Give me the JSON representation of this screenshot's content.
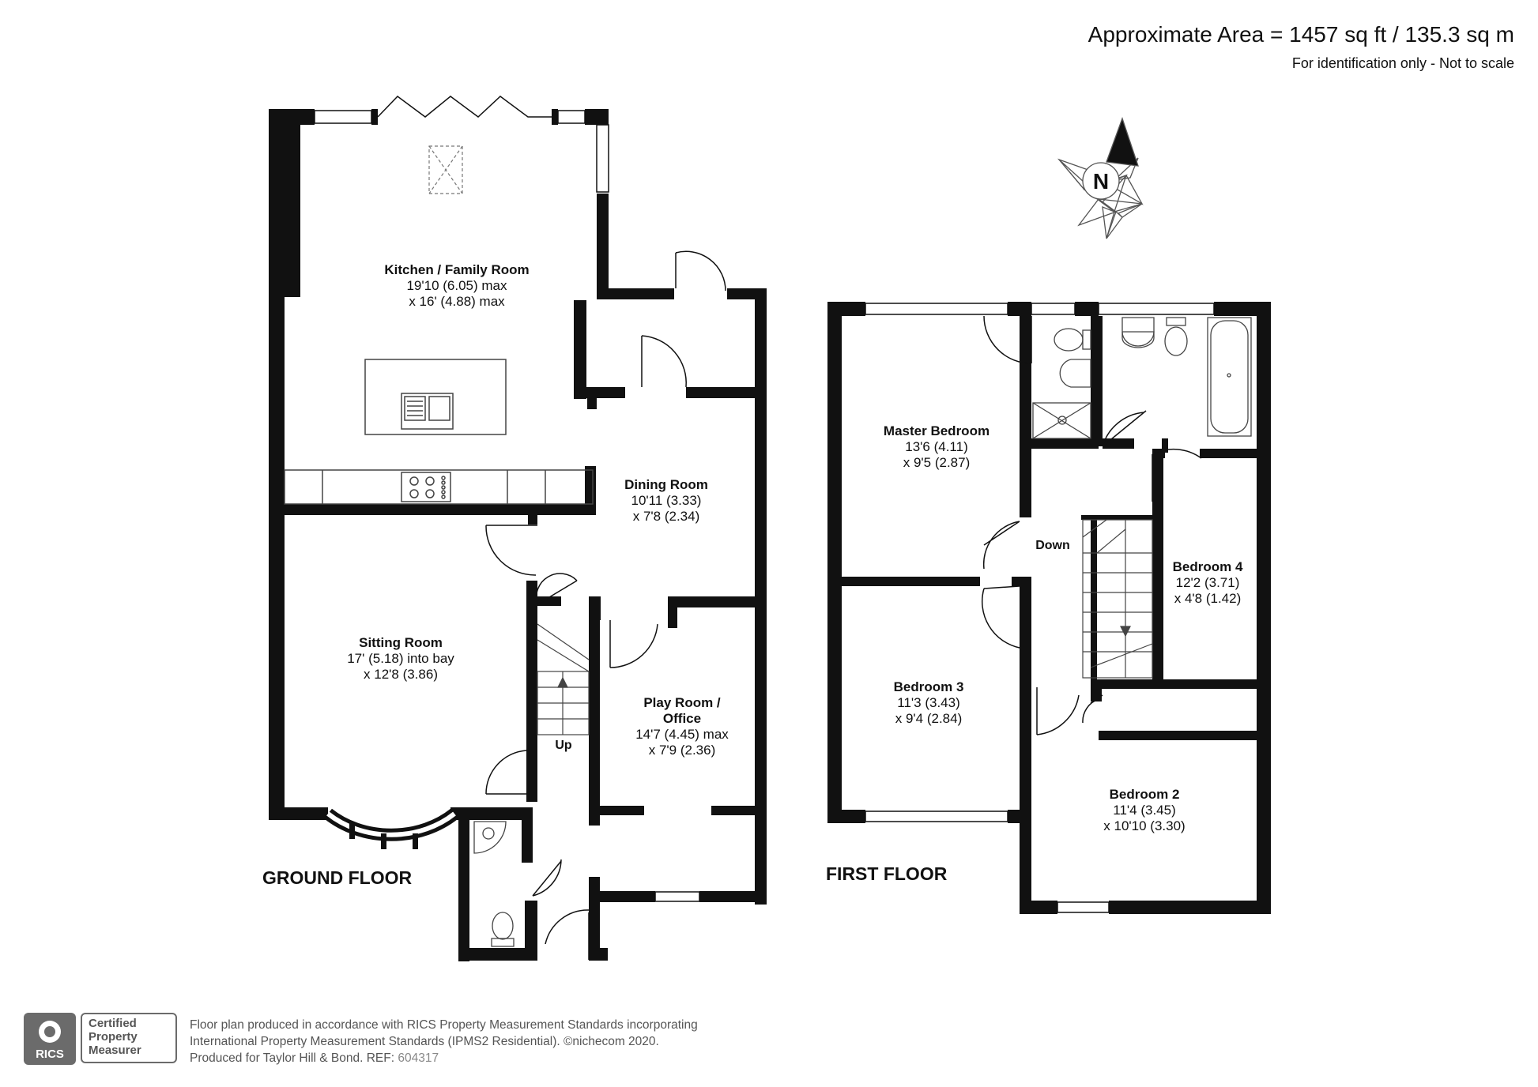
{
  "header": {
    "area": "Approximate Area = 1457 sq ft / 135.3 sq m",
    "note": "For identification only - Not to scale"
  },
  "compass": {
    "label": "N"
  },
  "floors": {
    "ground": "GROUND FLOOR",
    "first": "FIRST FLOOR"
  },
  "rooms": {
    "kitchen": {
      "name": "Kitchen / Family Room",
      "dim1": "19'10 (6.05) max",
      "dim2": "x 16' (4.88) max"
    },
    "dining": {
      "name": "Dining Room",
      "dim1": "10'11 (3.33)",
      "dim2": "x 7'8 (2.34)"
    },
    "sitting": {
      "name": "Sitting Room",
      "dim1": "17' (5.18) into bay",
      "dim2": "x 12'8 (3.86)"
    },
    "play": {
      "name1": "Play Room /",
      "name2": "Office",
      "dim1": "14'7 (4.45) max",
      "dim2": "x 7'9 (2.36)"
    },
    "master": {
      "name": "Master Bedroom",
      "dim1": "13'6 (4.11)",
      "dim2": "x 9'5 (2.87)"
    },
    "bed3": {
      "name": "Bedroom 3",
      "dim1": "11'3 (3.43)",
      "dim2": "x 9'4 (2.84)"
    },
    "bed4": {
      "name": "Bedroom 4",
      "dim1": "12'2 (3.71)",
      "dim2": "x 4'8 (1.42)"
    },
    "bed2": {
      "name": "Bedroom 2",
      "dim1": "11'4 (3.45)",
      "dim2": "x 10'10 (3.30)"
    }
  },
  "stairs": {
    "up": "Up",
    "down": "Down"
  },
  "badge": {
    "rics": "RICS",
    "cert1": "Certified",
    "cert2": "Property",
    "cert3": "Measurer"
  },
  "footer": {
    "line1": "Floor plan produced in accordance with RICS Property Measurement Standards incorporating",
    "line2": "International Property Measurement Standards (IPMS2 Residential).  ©nichecom 2020.",
    "line3_prefix": "Produced for Taylor Hill & Bond.   REF:",
    "ref": "604317"
  }
}
